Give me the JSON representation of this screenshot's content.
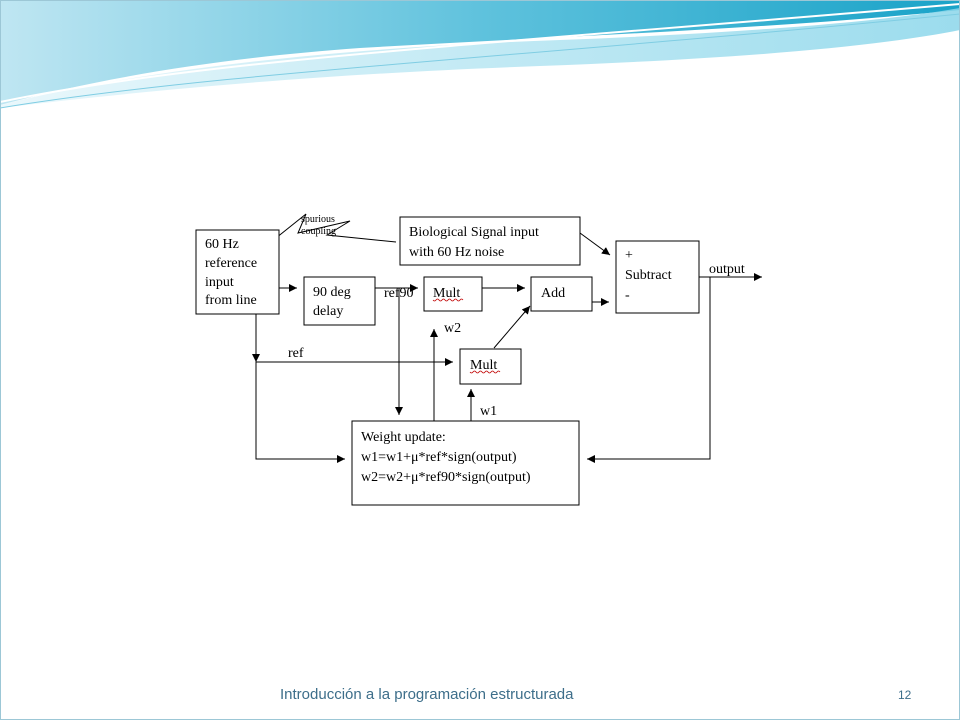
{
  "diagram": {
    "reference_box": [
      "60 Hz",
      "reference",
      "input",
      "from line"
    ],
    "coupling_label": [
      "spurious",
      "coupling"
    ],
    "bio_box": [
      "Biological Signal input",
      "with 60 Hz noise"
    ],
    "subtract_box": [
      "+",
      "Subtract",
      "-"
    ],
    "delay_box": [
      "90 deg",
      "delay"
    ],
    "mult1": "Mult",
    "mult2": "Mult",
    "add": "Add",
    "update_box": [
      "Weight update:",
      "w1=w1+μ*ref*sign(output)",
      "w2=w2+μ*ref90*sign(output)"
    ],
    "labels": {
      "output": "output",
      "ref90": "ref90",
      "ref": "ref",
      "w2": "w2",
      "w1": "w1"
    }
  },
  "footer": {
    "title": "Introducción a la programación estructurada",
    "page": "12"
  }
}
